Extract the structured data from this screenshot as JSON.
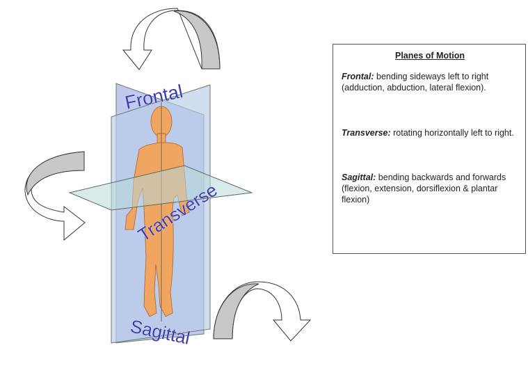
{
  "diagram": {
    "labels": {
      "frontal": "Frontal",
      "transverse": "Transverse",
      "sagittal": "Sagittal"
    },
    "colors": {
      "plane": "#a9b8e8",
      "plane_light": "#c9dbe8",
      "skin": "#f0a560",
      "label": "#3c3cae",
      "arrow_fill": "#c8c8c8"
    }
  },
  "infobox": {
    "title": "Planes of Motion",
    "entries": [
      {
        "term": "Frontal:",
        "text": " bending sideways left to right (adduction, abduction, lateral flexion)."
      },
      {
        "term": "Transverse:",
        "text": " rotating horizontally left to right."
      },
      {
        "term": "Sagittal:",
        "text": " bending backwards and forwards (flexion, extension, dorsiflexion & plantar flexion)"
      }
    ]
  }
}
